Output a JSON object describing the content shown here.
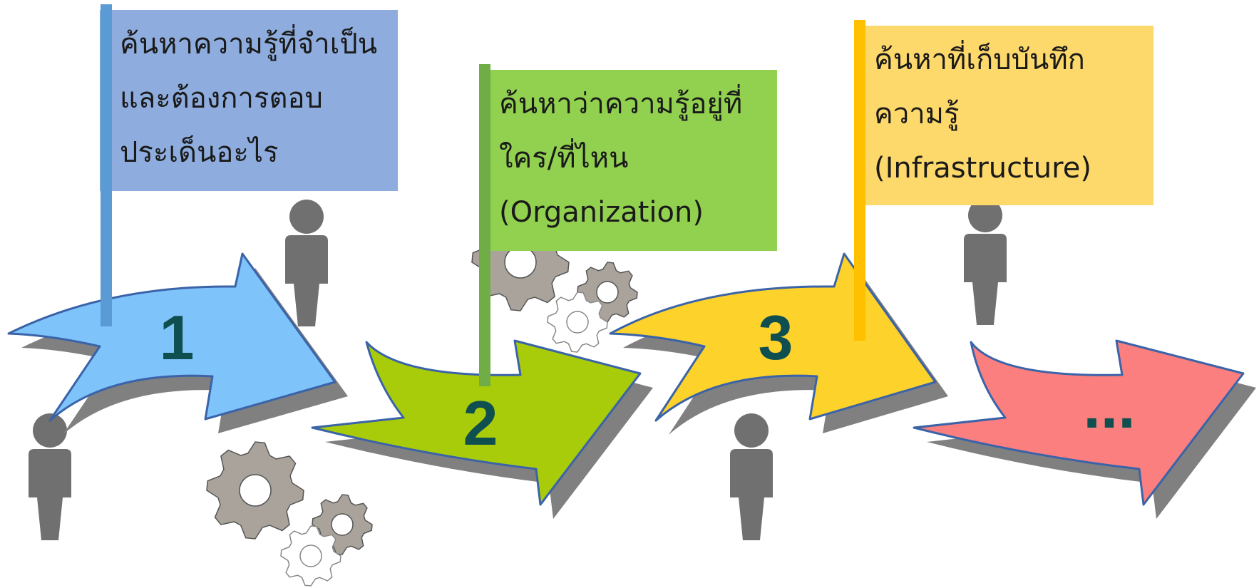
{
  "colors": {
    "step1": "#7fc3fb",
    "step2": "#a9cc0a",
    "step3": "#fdd22b",
    "step4": "#fb7f7f",
    "flag1": "#8eadde",
    "flag2": "#92d050",
    "flag3": "#fdd86b",
    "pole1": "#5b9bd5",
    "pole2": "#70ad47",
    "pole3": "#ffc000",
    "number": "#0f4f4f",
    "person": "#707070",
    "gear": "#a9a39c"
  },
  "steps": [
    {
      "label": "1"
    },
    {
      "label": "2"
    },
    {
      "label": "3"
    },
    {
      "label": "..."
    }
  ],
  "flags": [
    {
      "lines": [
        "ค้นหาความรู้ที่จำเป็น",
        "และต้องการตอบ",
        "ประเด็นอะไร"
      ]
    },
    {
      "lines": [
        "ค้นหาว่าความรู้อยู่ที่",
        "ใคร/ที่ไหน",
        "(Organization)"
      ]
    },
    {
      "lines": [
        "ค้นหาที่เก็บบันทึก",
        "ความรู้",
        "(Infrastructure)"
      ]
    }
  ],
  "icons": {
    "person": "person-icon",
    "gear": "gear-icon"
  }
}
